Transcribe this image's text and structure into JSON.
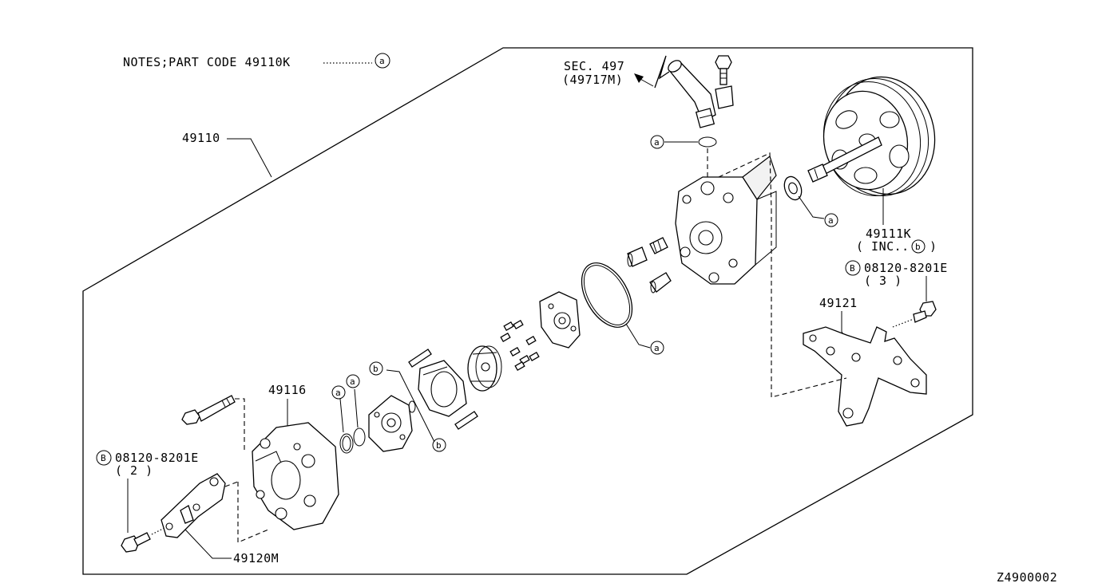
{
  "notes": {
    "text": "NOTES;PART CODE 49110K",
    "symbol": "a"
  },
  "drawing_code": "Z4900002",
  "callouts": {
    "assembly": "49110",
    "sec_ref": "SEC. 497",
    "sec_ref_part": "(49717M)",
    "pulley": "49111K",
    "pulley_inc_prefix": "( INC..",
    "pulley_inc_symbol": "b",
    "pulley_inc_suffix": ")",
    "bolt_right_code": "08120-8201E",
    "bolt_right_qty": "( 3 )",
    "bolt_right_symbol": "B",
    "bracket_right": "49121",
    "cover": "49116",
    "bolt_left_code": "08120-8201E",
    "bolt_left_qty": "( 2 )",
    "bolt_left_symbol": "B",
    "bracket_left": "49120M"
  },
  "markers": {
    "a": "a",
    "b": "b"
  }
}
